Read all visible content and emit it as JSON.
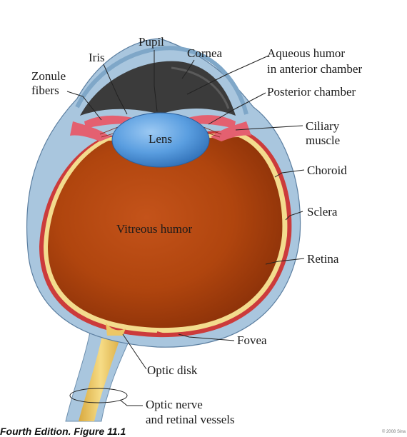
{
  "labels": {
    "pupil": "Pupil",
    "iris": "Iris",
    "cornea": "Cornea",
    "zonule_1": "Zonule",
    "zonule_2": "fibers",
    "aqueous_1": "Aqueous humor",
    "aqueous_2": "in anterior chamber",
    "posterior_chamber": "Posterior chamber",
    "ciliary_1": "Ciliary",
    "ciliary_2": "muscle",
    "lens": "Lens",
    "choroid": "Choroid",
    "sclera": "Sclera",
    "vitreous": "Vitreous humor",
    "retina": "Retina",
    "fovea": "Fovea",
    "optic_disk": "Optic disk",
    "optic_nerve_1": "Optic nerve",
    "optic_nerve_2": "and retinal vessels"
  },
  "caption": "Fourth Edition. Figure 11.1",
  "copyright": "© 2008 Sina",
  "colors": {
    "sclera": "#a9c6de",
    "choroid": "#cc3b3b",
    "retina": "#f3dc8e",
    "vitreous": "#b0450e",
    "lens": "#4f94d9",
    "aqueous": "#3b3b3b",
    "iris": "#e46070",
    "optic_nerve": "#ecc766"
  }
}
